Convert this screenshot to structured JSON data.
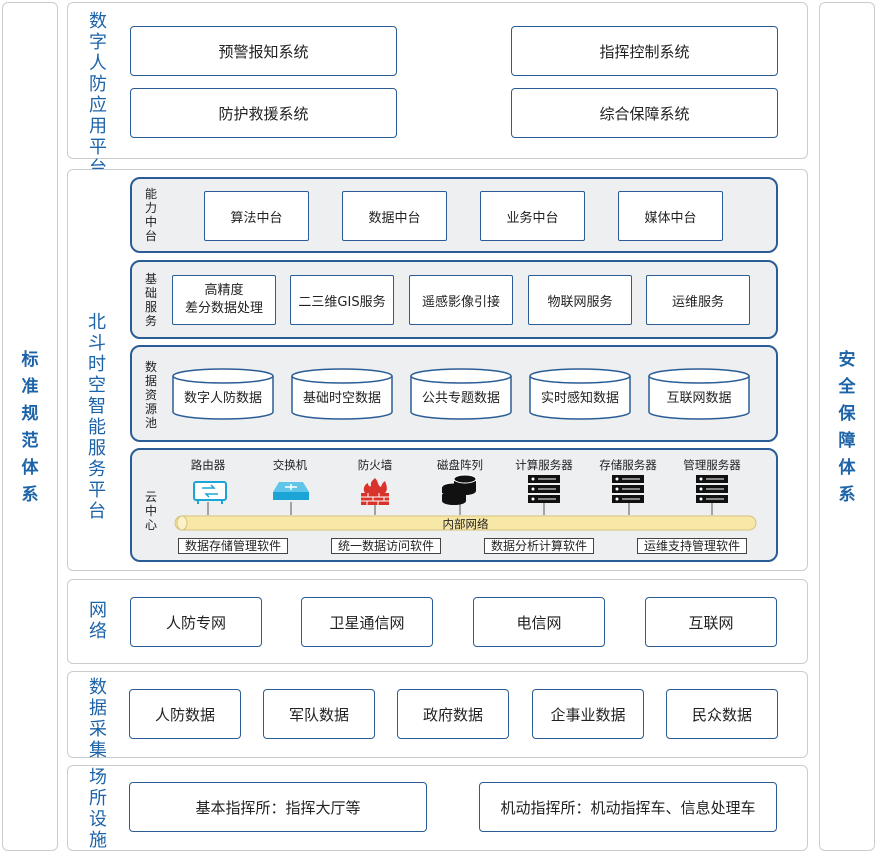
{
  "side_left": [
    "标",
    "准",
    "规",
    "范",
    "体",
    "系"
  ],
  "side_right": [
    "安",
    "全",
    "保",
    "障",
    "体",
    "系"
  ],
  "app_platform": {
    "label": [
      "数",
      "字",
      "人",
      "防",
      "应",
      "用",
      "平",
      "台"
    ],
    "items": [
      "预警报知系统",
      "指挥控制系统",
      "防护救援系统",
      "综合保障系统"
    ]
  },
  "beidou": {
    "label": [
      "北",
      "斗",
      "时",
      "空",
      "智",
      "能",
      "服",
      "务",
      "平",
      "台"
    ],
    "capability": {
      "label": [
        "能",
        "力",
        "中",
        "台"
      ],
      "items": [
        "算法中台",
        "数据中台",
        "业务中台",
        "媒体中台"
      ]
    },
    "basic_services": {
      "label": [
        "基",
        "础",
        "服",
        "务"
      ],
      "items": [
        "高精度差分数据处理",
        "二三维GIS服务",
        "遥感影像引接",
        "物联网服务",
        "运维服务"
      ],
      "first_line1": "高精度",
      "first_line2": "差分数据处理"
    },
    "data_pool": {
      "label": [
        "数",
        "据",
        "资",
        "源",
        "池"
      ],
      "items": [
        "数字人防数据",
        "基础时空数据",
        "公共专题数据",
        "实时感知数据",
        "互联网数据"
      ]
    },
    "cloud": {
      "label": [
        "云",
        "中",
        "心"
      ],
      "devices": [
        "路由器",
        "交换机",
        "防火墙",
        "磁盘阵列",
        "计算服务器",
        "存储服务器",
        "管理服务器"
      ],
      "network": "内部网络",
      "software": [
        "数据存储管理软件",
        "统一数据访问软件",
        "数据分析计算软件",
        "运维支持管理软件"
      ]
    }
  },
  "network": {
    "label": [
      "网",
      "络"
    ],
    "items": [
      "人防专网",
      "卫星通信网",
      "电信网",
      "互联网"
    ]
  },
  "data_collection": {
    "label": [
      "数",
      "据",
      "采",
      "集"
    ],
    "items": [
      "人防数据",
      "军队数据",
      "政府数据",
      "企事业数据",
      "民众数据"
    ]
  },
  "facilities": {
    "label": [
      "场",
      "所",
      "设",
      "施"
    ],
    "items": [
      "基本指挥所：指挥大厅等",
      "机动指挥所：机动指挥车、信息处理车"
    ]
  },
  "colors": {
    "accent": "#1c63a8",
    "border": "#2a5d95",
    "firewall": "#d9342b",
    "switch": "#1ba5d6",
    "pipe": "#f7e8a8"
  }
}
